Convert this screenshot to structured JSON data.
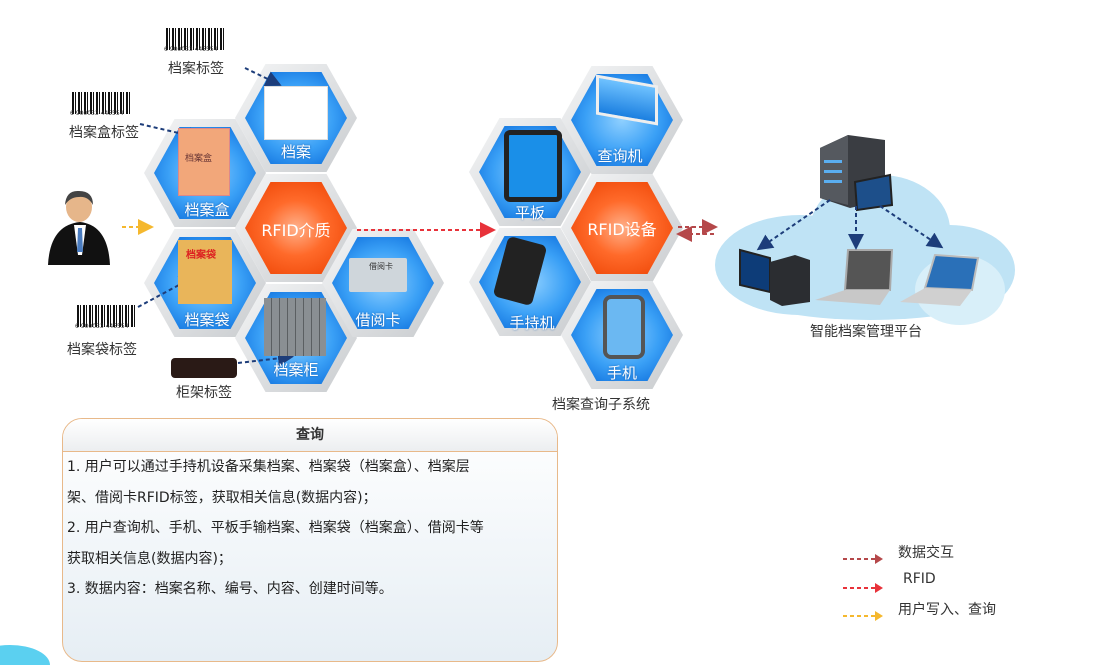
{
  "media": {
    "center": "RFID介质",
    "hexes": [
      "档案",
      "档案盒",
      "档案袋",
      "档案柜",
      "借阅卡"
    ],
    "tags": [
      "档案标签",
      "档案盒标签",
      "档案袋标签",
      "柜架标签"
    ],
    "barcode_left": "6",
    "barcode_mid": "900033",
    "barcode_right": "445554",
    "box_print": "档案盒",
    "bag_print": "档案袋",
    "card_print": "借阅卡"
  },
  "devices": {
    "center": "RFID设备",
    "hexes": [
      "查询机",
      "平板",
      "手持机",
      "手机"
    ],
    "caption": "档案查询子系统"
  },
  "platform": {
    "caption": "智能档案管理平台"
  },
  "info": {
    "title": "查询",
    "lines": [
      "1. 用户可以通过手持机设备采集档案、档案袋（档案盒）、档案层",
      "架、借阅卡RFID标签，获取相关信息(数据内容)；",
      "2. 用户查询机、手机、平板手输档案、档案袋（档案盒）、借阅卡等",
      "获取相关信息(数据内容)；",
      "3. 数据内容：档案名称、编号、内容、创建时间等。"
    ]
  },
  "legend": [
    {
      "label": "数据交互",
      "color": "#b5484a"
    },
    {
      "label": "RFID",
      "color": "#e8323a"
    },
    {
      "label": "用户写入、查询",
      "color": "#f5b82e"
    }
  ],
  "colors": {
    "hex_blue": "#1f8ff0",
    "hex_orange": "#ff5a1a",
    "hex_silver": "#d8dadc",
    "arrow_navy": "#1d3d7a"
  }
}
